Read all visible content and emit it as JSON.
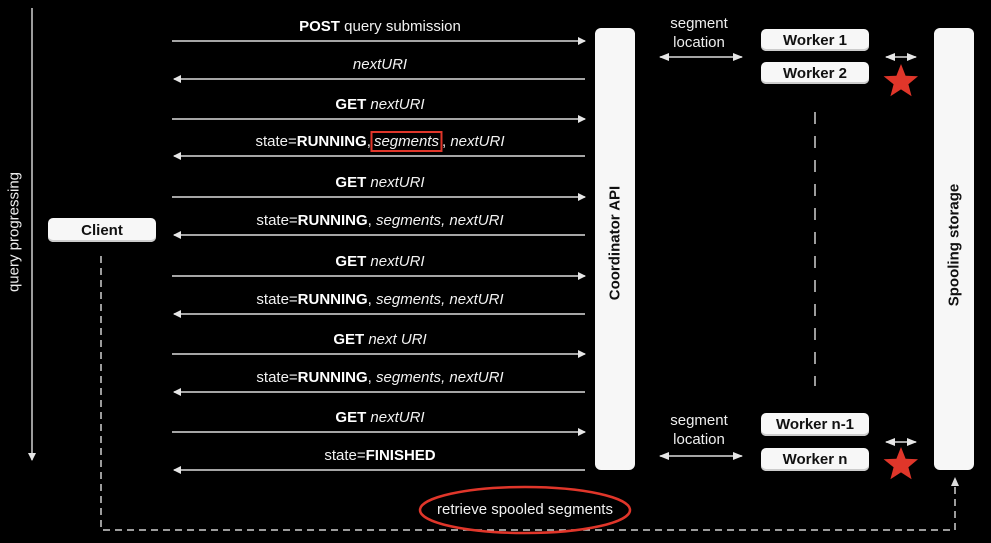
{
  "side_label": "query progressing",
  "client": {
    "label": "Client"
  },
  "coordinator": {
    "label": "Coordinator API"
  },
  "spooling": {
    "label": "Spooling storage"
  },
  "workers": [
    {
      "label": "Worker 1"
    },
    {
      "label": "Worker 2"
    },
    {
      "label": "Worker n-1"
    },
    {
      "label": "Worker n"
    }
  ],
  "segment_location": {
    "line1": "segment",
    "line2": "location"
  },
  "messages": [
    {
      "dir": "right",
      "bold": "POST",
      "rest": " query submission"
    },
    {
      "dir": "left",
      "italic": "nextURI"
    },
    {
      "dir": "right",
      "bold": "GET",
      "italic": " nextURI"
    },
    {
      "dir": "left",
      "prefix": "state=",
      "bold": "RUNNING",
      "sep": ",",
      "highlight": "segments",
      "suffix_italic": " nextURI",
      "highlighted": true
    },
    {
      "dir": "right",
      "bold": "GET",
      "italic": " nextURI"
    },
    {
      "dir": "left",
      "prefix": "state=",
      "bold": "RUNNING",
      "sep": ", ",
      "seg": "segments",
      "suffix_italic": ", nextURI"
    },
    {
      "dir": "right",
      "bold": "GET",
      "italic": " nextURI"
    },
    {
      "dir": "left",
      "prefix": "state=",
      "bold": "RUNNING",
      "sep": ", ",
      "seg": "segments",
      "suffix_italic": ", nextURI"
    },
    {
      "dir": "right",
      "bold": "GET",
      "italic": " next URI"
    },
    {
      "dir": "left",
      "prefix": "state=",
      "bold": "RUNNING",
      "sep": ", ",
      "seg": "segments",
      "suffix_italic": ", nextURI"
    },
    {
      "dir": "right",
      "bold": "GET",
      "italic": " nextURI"
    },
    {
      "dir": "left",
      "prefix": "state=",
      "bold": "FINISHED"
    }
  ],
  "retrieve": {
    "label": "retrieve spooled segments"
  },
  "colors": {
    "accent_red": "#e0362a",
    "line": "#dcdcdc",
    "box": "#f7f7f7",
    "bg": "#000000"
  }
}
